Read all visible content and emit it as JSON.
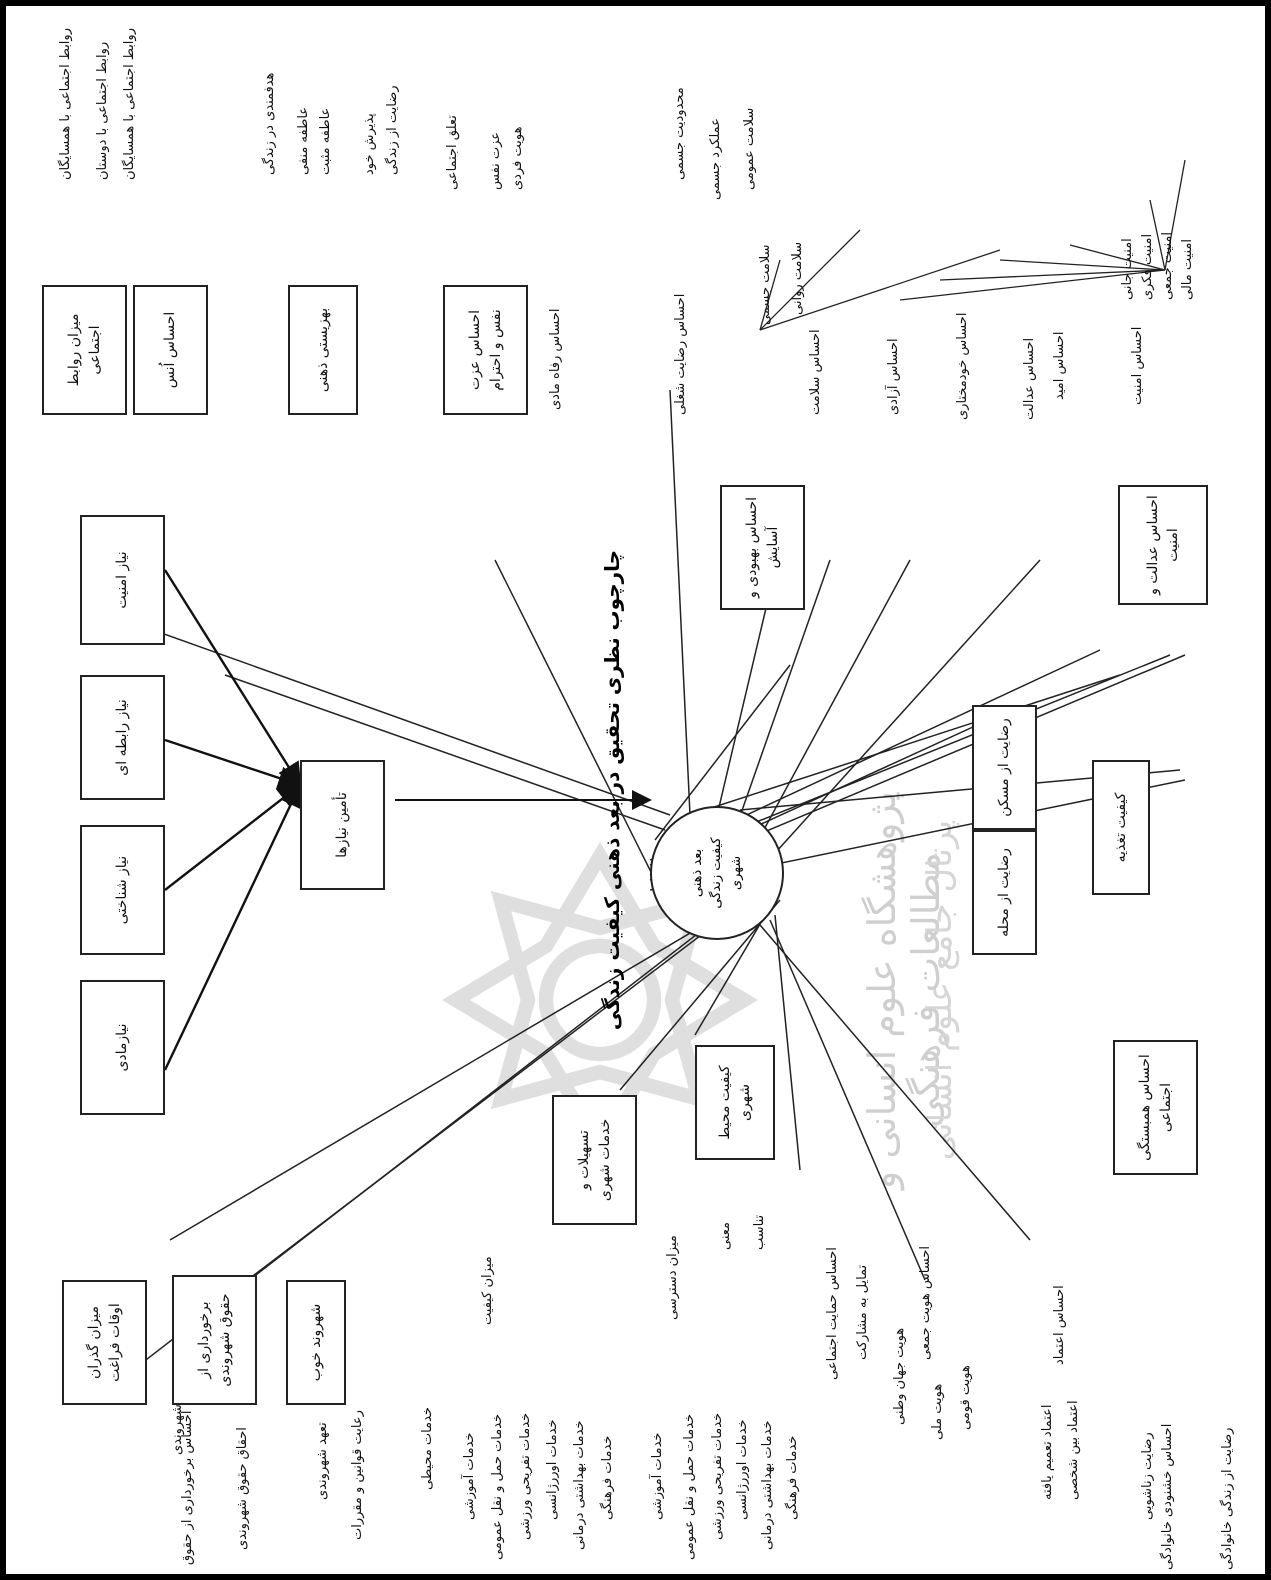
{
  "title": "چارچوب نظری تحقیق در بعد ذهنی کیفیت زندگی",
  "center": "بعد ذهنی\nکیفیت زندگی\nشهری",
  "boxes": {
    "adalat": "احساس عدالت و\nامنیت",
    "behbood": "احساس بهبودی و\nآسایش",
    "maskan": "رضایت از مسکن",
    "taghzie": "کیفیت تغذیه",
    "mahalle": "رضایت از محله",
    "hambastegi": "احساس همبستگی\nاجتماعی",
    "mohit": "کیفیت محیط\nشهری",
    "tashilat": "تسهیلات و\nخدمات شهری",
    "shahrvand": "شهروند خوب",
    "bar_khordari": "برخورداری از\nحقوق شهروندی",
    "faraghat": "میزان گذران\nاوقات فراغت",
    "tamin": "تأمین نیازها",
    "niaz_madi": "نیازمادی",
    "niaz_shenakhti": "نیاز شناختی",
    "niaz_rabete": "نیاز رابطه ای",
    "niaz_amniat": "نیاز امنیت",
    "ravabet": "میزان روابط\nاجتماعی",
    "ons": "احساس اُنس",
    "behzisti_zehni": "بهزیستی ذهنی",
    "ezzat": "احساس عزت\nنفس و احترام"
  },
  "labels": {
    "amniat_main": "احساس امنیت",
    "amniat_mali": "امنیت مالی",
    "amniat_jamei": "امنیت جمعی",
    "amniat_fekri": "امنیت فکری",
    "amniat_jani": "امنیت جانی",
    "omid": "احساس امید",
    "edalat": "احساس عدالت",
    "khodmokhtari": "احساس خودمختاری",
    "azadi": "احساس آزادی",
    "salamat": "احساس سلامت",
    "salamat_ravani": "سلامت روانی",
    "salamat_jesmi": "سلامت جسمی",
    "salamat_omumi": "سلامت عمومی",
    "amalkard_jesmi": "عملکرد جسمی",
    "mahdudiat_jesmi": "محدودیت جسمی",
    "rezayat_shoghli": "احساس رضایت شغلی",
    "refah_madi": "احساس رفاه مادی",
    "hoviat_fardi": "هویت فردی",
    "ezzat_nafs": "عزت نفس",
    "taalogh": "تعلق اجتماعی",
    "rezayat_zendegi": "رضایت از زندگی",
    "paziresh": "پذیرش خود",
    "atefe_mosbat": "عاطفه مثبت",
    "atefe_manfi": "عاطفه منفی",
    "hadafmandi": "هدفمندی در زندگی",
    "ravabet_hamsaye": "روابط اجتماعی با همسایگان",
    "ravabet_doostan": "روابط اجتماعی با دوستان",
    "ravabet_hamsaye2": "روابط اجتماعی با همسایگان",
    "khoshnudi": "احساس خشنودی خانوادگی",
    "rezayat_khanevadegi": "رضایت از زندگی خانوادگی",
    "rezayat_zanashuyi": "رضایت زناشویی",
    "etemad": "احساس اعتماد",
    "etemad_shakhsi": "اعتماد بین شخصی",
    "etemad_tamim": "اعتماد تعمیم یافته",
    "hoviat_jamei": "احساس هویت جمعی",
    "hoviat_ghomi": "هویت قومی",
    "hoviat_melli": "هویت ملی",
    "hoviat_jahani": "هویت جهان وطنی",
    "tamayol": "تمایل به مشارکت",
    "hemayat": "احساس حمایت اجتماعی",
    "tanasob": "تناسب",
    "mani": "معنی",
    "dastresi": "میزان دسترسی",
    "keyfiat": "میزان کیفیت",
    "d1": "خدمات فرهنگی",
    "d2": "خدمات بهداشتی درمانی",
    "d3": "خدمات اوررژانسی",
    "d4": "خدمات تفریحی ورزشی",
    "d5": "خدمات حمل و نقل عمومی",
    "d6": "خدمات آموزشی",
    "k1": "خدمات فرهنگی",
    "k2": "خدمات بهداشتی درمانی",
    "k3": "خدمات اوررژانسی",
    "k4": "خدمات تفریحی ورزشی",
    "k5": "خدمات حمل و نقل عمومی",
    "k6": "خدمات آموزشی",
    "k7": "خدمات محیطی",
    "raayat": "رعایت قوانین و مقررات",
    "taahod": "تعهد شهروندی",
    "ehghagh": "احقاق حقوق شهروندی",
    "ehsas_bar": "احساس برخورداری از حقوق",
    "shahrvandi": "شهروندی"
  },
  "watermark": {
    "line1": "پژوهشگاه علوم انسانی و مطالعات فرهنگی",
    "line2": "پرتال جامع علوم انسانی"
  }
}
